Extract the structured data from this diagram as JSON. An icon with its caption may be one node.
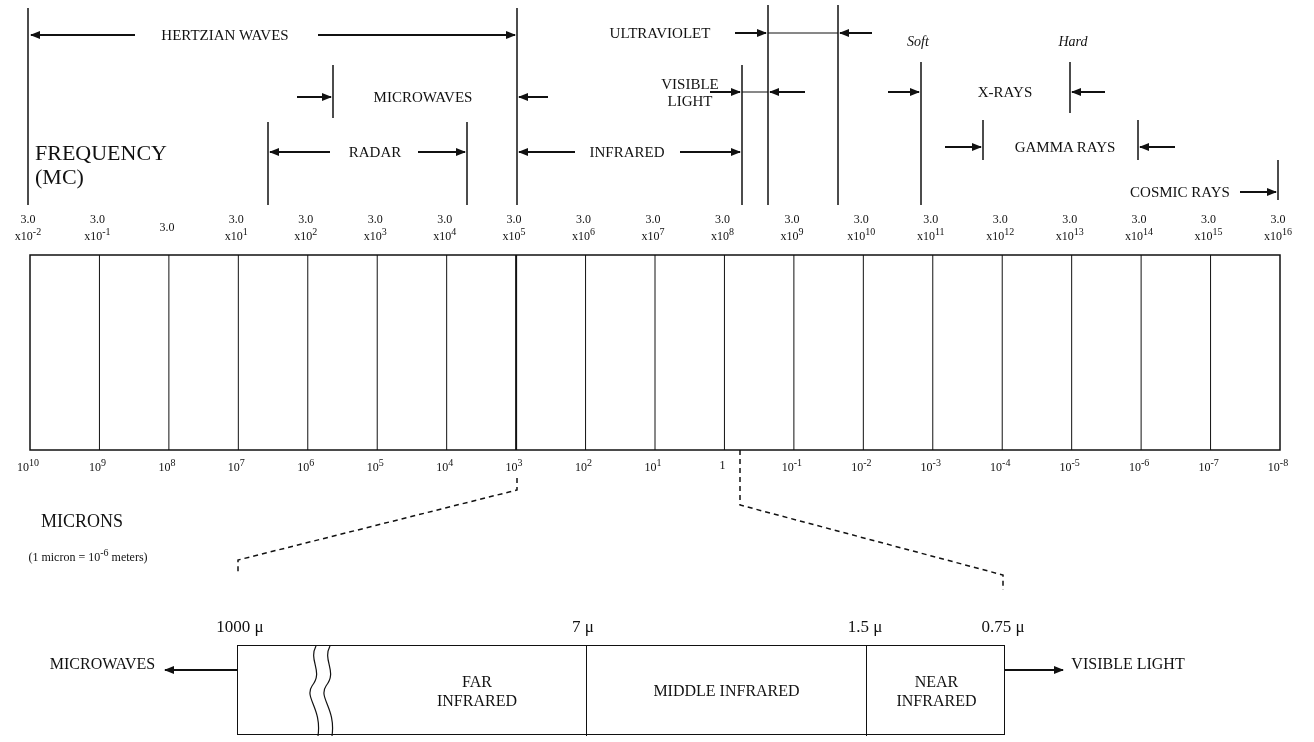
{
  "diagram": {
    "nodes": [
      {
        "text": [],
        "shape": "bar"
      },
      {
        "text": [
          "FAR INFRARED"
        ],
        "in": 0
      },
      {
        "text": [
          "MIDDLE INFRARED"
        ],
        "in": 0
      },
      {
        "text": [
          "NEAR INFRARED"
        ],
        "in": 0
      },
      {
        "text": [
          "MICROWAVES"
        ]
      },
      {
        "text": [
          "VISIBLE LIGHT"
        ]
      }
    ],
    "edges": [
      {
        "from": 0,
        "to": 4,
        "arrow": "to"
      },
      {
        "from": 0,
        "to": 5,
        "arrow": "to"
      }
    ],
    "labels": [
      "HERTZIAN WAVES",
      "ULTRAVIOLET",
      "Soft",
      "Hard",
      "MICROWAVES",
      "VISIBLE LIGHT",
      "X-RAYS",
      "FREQUENCY (MC)",
      "RADAR",
      "INFRARED",
      "GAMMA RAYS",
      "COSMIC RAYS",
      "3.0 x10$^{-2}$",
      "3.0 x10$^{-1}$",
      "3.0",
      "3.0 x10$^{1}$",
      "3.0 x10$^{2}$",
      "3.0 x10$^{3}$",
      "3.0 x10$^{4}$",
      "3.0 x10$^{5}$",
      "3.0 x10$^{6}$",
      "3.0 x10$^{7}$",
      "3.0 x10$^{8}$",
      "3.0 x10$^{9}$",
      "3.0 x10$^{10}$",
      "3.0 x10$^{11}$",
      "3.0 x10$^{12}$",
      "3.0 x10$^{13}$",
      "3.0 x10$^{14}$",
      "3.0 x10$^{15}$",
      "3.0 x10$^{16}$",
      "10$^{10}$",
      "10$^{9}$",
      "10$^{8}$",
      "10$^{7}$",
      "10$^{6}$",
      "10$^{5}$",
      "10$^{4}$",
      "10$^{3}$",
      "10$^{2}$",
      "10$^{1}$",
      "1",
      "10$^{-1}$",
      "10$^{-2}$",
      "10$^{-3}$",
      "10$^{-4}$",
      "10$^{-5}$",
      "10$^{-6}$",
      "10$^{-7}$",
      "10$^{-8}$",
      "MICRONS",
      "(1 micron = 10$^{-6}$ meters)",
      "1000 μ",
      "7 μ",
      "1.5 μ",
      "0.75 μ"
    ]
  }
}
